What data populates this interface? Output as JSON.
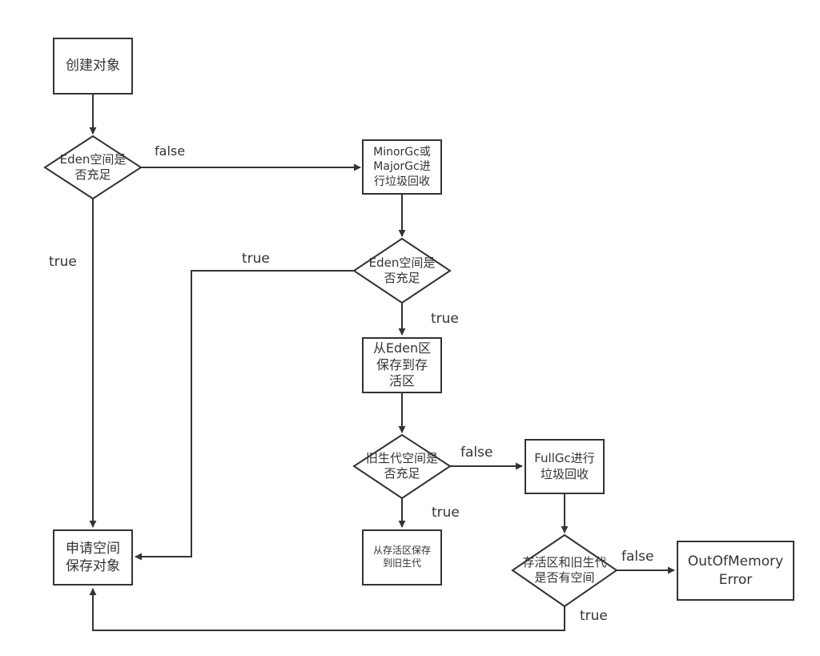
{
  "colors": {
    "stroke": "#333333",
    "text": "#333333",
    "background": "#ffffff"
  },
  "nodes": {
    "create_object": "创建对象",
    "eden_check_1": "Eden空间是\n否充足",
    "minor_major_gc": "MinorGc或\nMajorGc进\n行垃圾回收",
    "eden_check_2": "Eden空间是\n否充足",
    "eden_to_survivor": "从Eden区\n保存到存\n活区",
    "old_gen_check": "旧生代空间是\n否充足",
    "full_gc": "FullGc进行\n垃圾回收",
    "survivor_to_old": "从存活区保存\n到旧生代",
    "survivor_old_check": "存活区和旧生代\n是否有空间",
    "alloc_save": "申请空间\n保存对象",
    "oom_error": "OutOfMemory\nError"
  },
  "edges": {
    "false_1": "false",
    "true_1": "true",
    "true_2": "true",
    "true_3": "true",
    "false_2": "false",
    "true_4": "true",
    "false_3": "false",
    "true_5": "true"
  }
}
